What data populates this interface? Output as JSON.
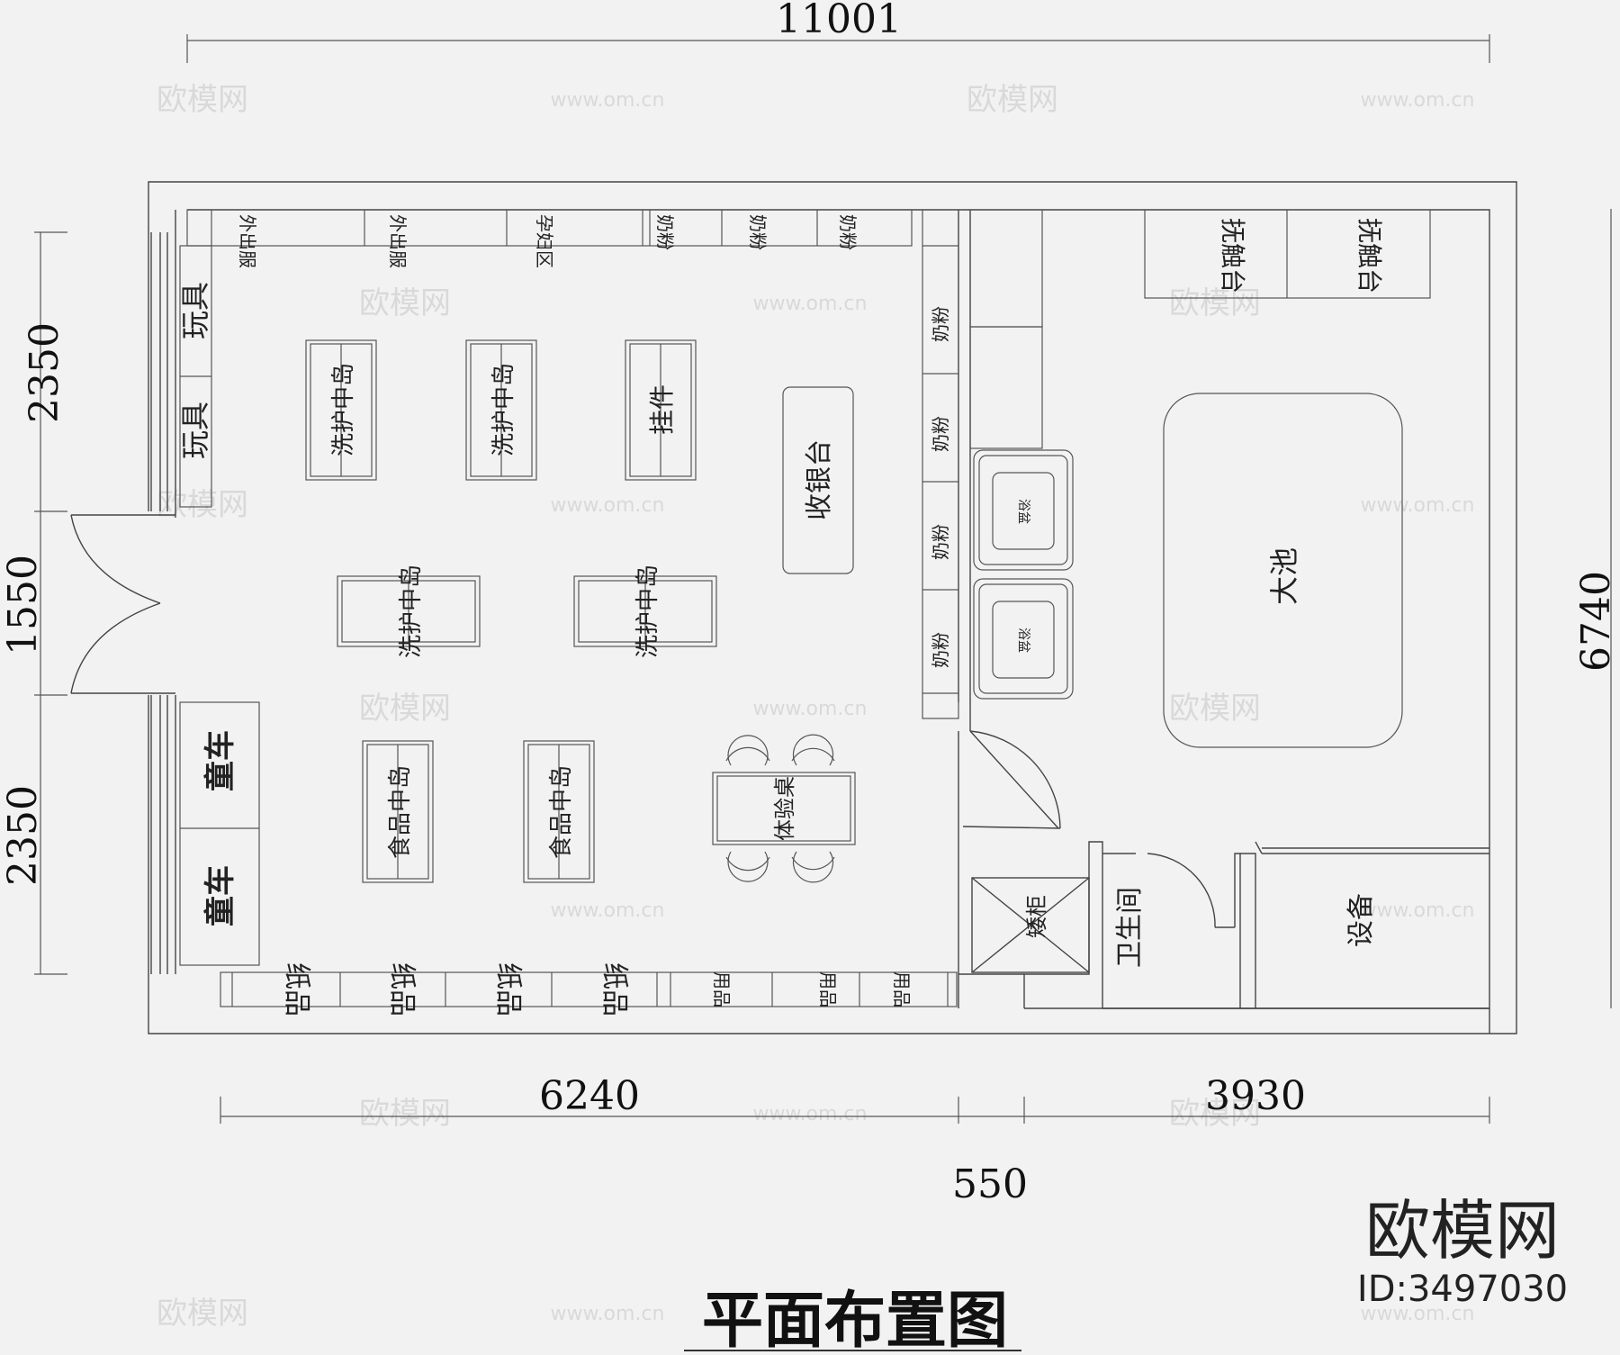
{
  "dimensions": {
    "top": "11001",
    "left_upper": "2350",
    "left_door": "1550",
    "left_lower": "2350",
    "right": "6740",
    "bottom_left": "6240",
    "bottom_right": "3930",
    "bottom_mid": "550"
  },
  "labels": {
    "outing_clothes": "外出服",
    "maternity": "孕妇区",
    "milk_powder": "奶粉",
    "toys": "玩具",
    "care_island": "洗护中岛",
    "pendant": "挂件",
    "cashier": "收银台",
    "stroller": "童车",
    "food_island": "食品中岛",
    "experience_table": "体验桌",
    "paper": "纸品",
    "supplies": "用品",
    "touch_table": "抚触台",
    "big_pool": "大池",
    "low_cabinet": "矮柜",
    "restroom": "卫生间",
    "equipment": "设备",
    "tub_mark": "浴盆"
  },
  "watermark": {
    "brand_cn": "欧模网",
    "url": "www.om.cn"
  },
  "brand": {
    "name": "欧模网",
    "id": "ID:3497030"
  },
  "title": "平面布置图"
}
